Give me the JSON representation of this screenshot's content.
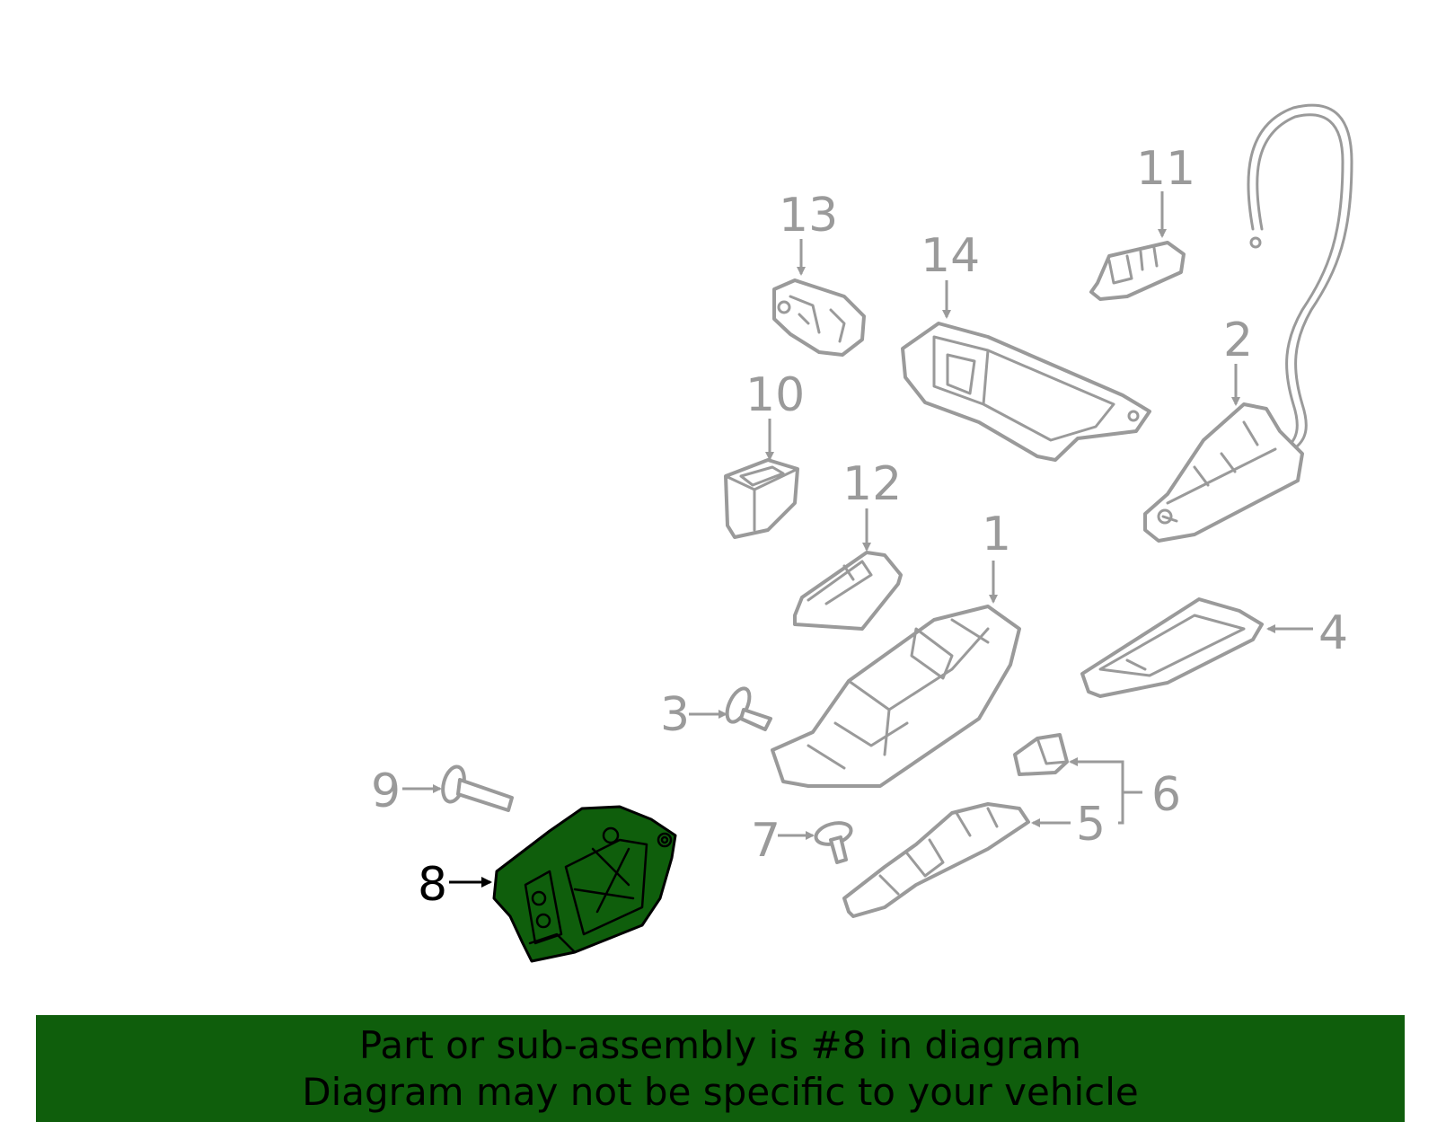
{
  "callouts": {
    "c1": "1",
    "c2": "2",
    "c3": "3",
    "c4": "4",
    "c5": "5",
    "c6": "6",
    "c7": "7",
    "c8": "8",
    "c9": "9",
    "c10": "10",
    "c11": "11",
    "c12": "12",
    "c13": "13",
    "c14": "14"
  },
  "highlighted_part": "8",
  "colors": {
    "highlight": "#0f5e0c",
    "line": "#9a9a9a",
    "banner": "#0f5e0c"
  },
  "banner": {
    "line1": "Part or sub-assembly is #8 in diagram",
    "line2": "Diagram may not be specific to your vehicle"
  }
}
